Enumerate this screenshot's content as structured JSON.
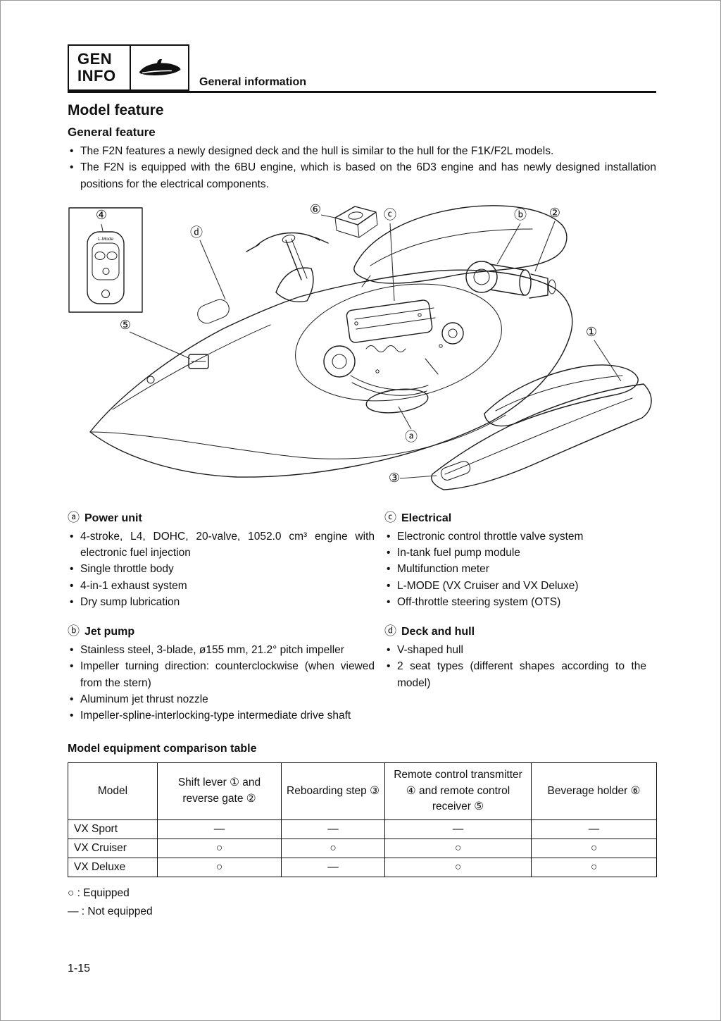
{
  "header": {
    "tab_line1": "GEN",
    "tab_line2": "INFO",
    "section_title": "General information"
  },
  "page": {
    "title": "Model feature",
    "subtitle": "General feature",
    "intro_bullets": [
      "The F2N features a newly designed deck and the hull is similar to the hull for the F1K/F2L models.",
      "The F2N is equipped with the 6BU engine, which is based on the 6D3 engine and has newly designed installation positions for the electrical components."
    ]
  },
  "diagram": {
    "remote_label": "L-Mode",
    "callouts": [
      "④",
      "⑥",
      "ⓒ",
      "ⓑ",
      "②",
      "ⓓ",
      "⑤",
      "①",
      "ⓐ",
      "③"
    ]
  },
  "specs": {
    "left": [
      {
        "marker": "ⓐ",
        "title": "Power unit",
        "items": [
          "4-stroke, L4, DOHC, 20-valve, 1052.0 cm³ engine with electronic fuel injection",
          "Single throttle body",
          "4-in-1 exhaust system",
          "Dry sump lubrication"
        ]
      },
      {
        "marker": "ⓑ",
        "title": "Jet pump",
        "items": [
          "Stainless steel, 3-blade, ø155 mm, 21.2° pitch impeller",
          "Impeller turning direction: counterclockwise (when viewed from the stern)",
          "Aluminum jet thrust nozzle",
          "Impeller-spline-interlocking-type intermediate drive shaft"
        ]
      }
    ],
    "right": [
      {
        "marker": "ⓒ",
        "title": "Electrical",
        "items": [
          "Electronic control throttle valve system",
          "In-tank fuel pump module",
          "Multifunction meter",
          "L-MODE (VX Cruiser and VX Deluxe)",
          "Off-throttle steering system (OTS)"
        ]
      },
      {
        "marker": "ⓓ",
        "title": "Deck and hull",
        "items": [
          "V-shaped hull",
          "2 seat types (different shapes according to the model)"
        ]
      }
    ]
  },
  "table": {
    "title": "Model equipment comparison table",
    "headers": [
      "Model",
      "Shift lever ① and reverse gate ②",
      "Reboarding step ③",
      "Remote control transmitter ④ and remote control receiver ⑤",
      "Beverage holder ⑥"
    ],
    "rows": [
      {
        "model": "VX Sport",
        "values": [
          "—",
          "—",
          "—",
          "—"
        ]
      },
      {
        "model": "VX Cruiser",
        "values": [
          "○",
          "○",
          "○",
          "○"
        ]
      },
      {
        "model": "VX Deluxe",
        "values": [
          "○",
          "—",
          "○",
          "○"
        ]
      }
    ]
  },
  "legend": [
    "○ : Equipped",
    "— : Not equipped"
  ],
  "footer": {
    "page_number": "1-15"
  }
}
